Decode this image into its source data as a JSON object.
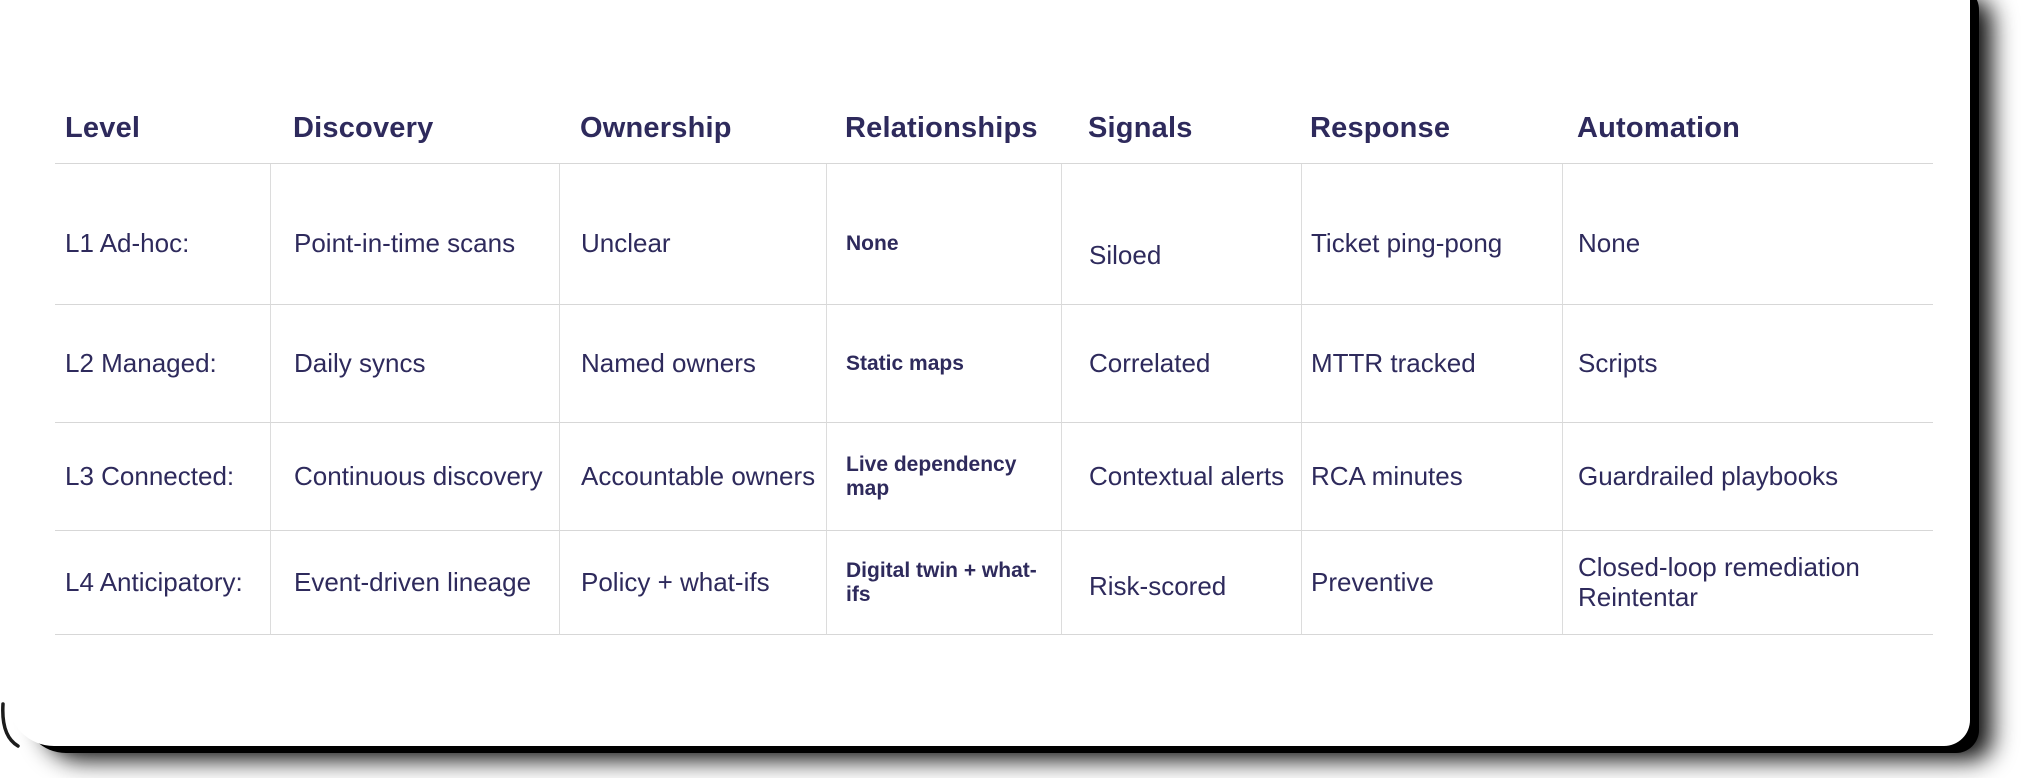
{
  "colors": {
    "text": "#2e2a5c",
    "row_border": "#d7d7d7",
    "column_border": "#dcdcdc",
    "page_background": "#ffffff",
    "shadow": "#000000"
  },
  "table": {
    "columns": [
      "Level",
      "Discovery",
      "Ownership",
      "Relationships",
      "Signals",
      "Response",
      "Automation"
    ],
    "rows": [
      [
        "L1 Ad-hoc:",
        "Point-in-time scans",
        "Unclear",
        "None",
        "Siloed",
        "Ticket ping-pong",
        "None"
      ],
      [
        "L2 Managed:",
        "Daily syncs",
        "Named owners",
        "Static maps",
        "Correlated",
        "MTTR tracked",
        "Scripts"
      ],
      [
        "L3 Connected:",
        "Continuous discovery",
        "Accountable owners",
        "Live dependency map",
        "Contextual alerts",
        "RCA minutes",
        "Guardrailed playbooks"
      ],
      [
        "L4 Anticipatory:",
        "Event-driven lineage",
        "Policy + what-ifs",
        "Digital twin + what-ifs",
        "Risk-scored",
        "Preventive",
        "Closed-loop remediation\nReintentar"
      ]
    ]
  }
}
